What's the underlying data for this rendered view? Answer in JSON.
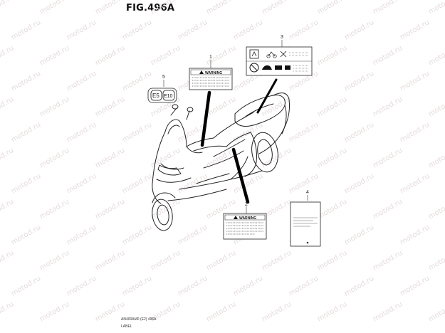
{
  "figure": {
    "title": "FIG.496A",
    "code": "AN400AM0 (E2)  496A",
    "name": "LABEL"
  },
  "watermark": "motod.ru",
  "callouts": {
    "c1": "1",
    "c2": "2",
    "c3": "3",
    "c4": "4",
    "c5": "5"
  },
  "labels": {
    "warning_top": "WARNING",
    "warning_bottom": "WARNING",
    "badge_e5": "E5",
    "badge_e10": "E10"
  }
}
